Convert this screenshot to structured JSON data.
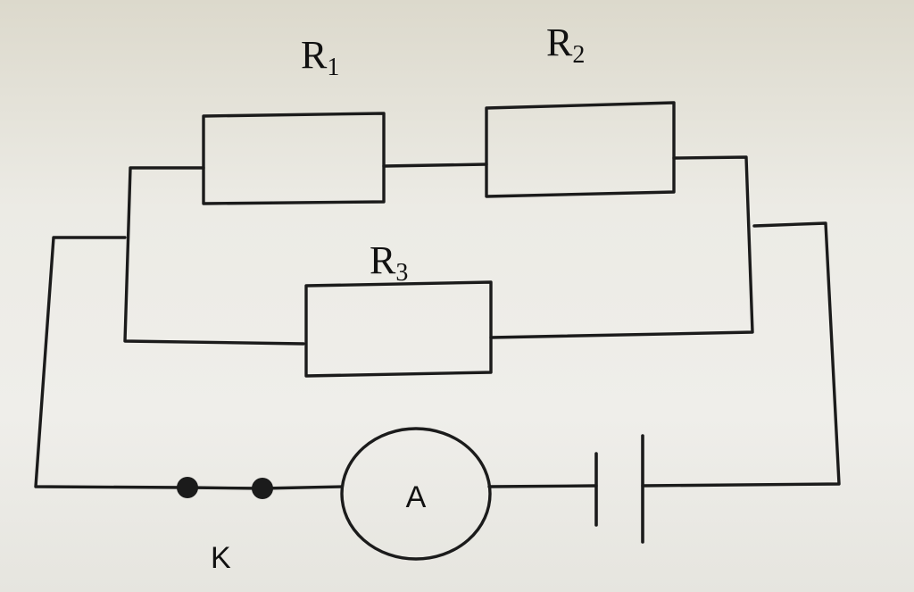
{
  "resistors": [
    {
      "letter": "R",
      "index": "1"
    },
    {
      "letter": "R",
      "index": "2"
    },
    {
      "letter": "R",
      "index": "3"
    }
  ],
  "ammeter": {
    "label": "A"
  },
  "switch": {
    "label": "K"
  },
  "colors": {
    "ink": "#1b1b1b",
    "paper": "#ecebe5"
  }
}
